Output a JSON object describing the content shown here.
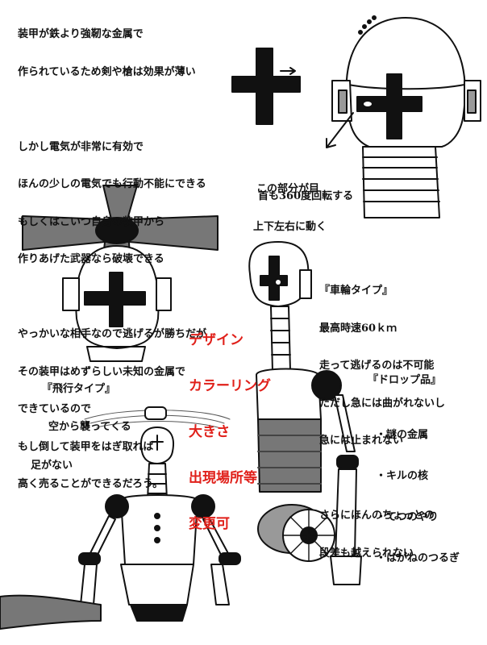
{
  "intro": {
    "lines": [
      "装甲が鉄より強靭な金属で",
      "作られているため剣や槍は効果が薄い",
      "",
      "しかし電気が非常に有効で",
      "ほんの少しの電気でも行動不能にできる",
      "もしくはこいつ自身の装甲から",
      "作りあげた武器なら破壊できる",
      "",
      "やっかいな相手なので逃げるが勝ちだが",
      "その装甲はめずらしい未知の金属で",
      "できているので",
      "もし倒して装甲をはぎ取れば",
      "高く売ることができるだろう。"
    ]
  },
  "eye_note": {
    "line1": "この部分が目",
    "line2": "上下左右に動く"
  },
  "neck_note": "首も360度回転する",
  "flying": {
    "title": "『飛行タイプ』",
    "desc": "空から襲ってくる"
  },
  "red_note": {
    "lines": [
      "デザイン",
      "カラーリング",
      "大きさ",
      "出現場所等",
      "変更可"
    ]
  },
  "wheel": {
    "title": "『車輪タイプ』",
    "lines": [
      "最高時速60ｋｍ",
      "走って逃げるのは不可能",
      "ただし急には曲がれないし",
      "急には止まれない",
      "",
      "さらにほんのちょっとの",
      "段差も越えられない"
    ]
  },
  "no_legs": "足がない",
  "drops": {
    "title": "『ドロップ品』",
    "items": [
      "・謎の金属",
      "・キルの核",
      "・てつのやり",
      "・はがねのつるぎ"
    ]
  },
  "colors": {
    "text": "#111111",
    "accent": "#e0201a",
    "gray": "#777777"
  }
}
